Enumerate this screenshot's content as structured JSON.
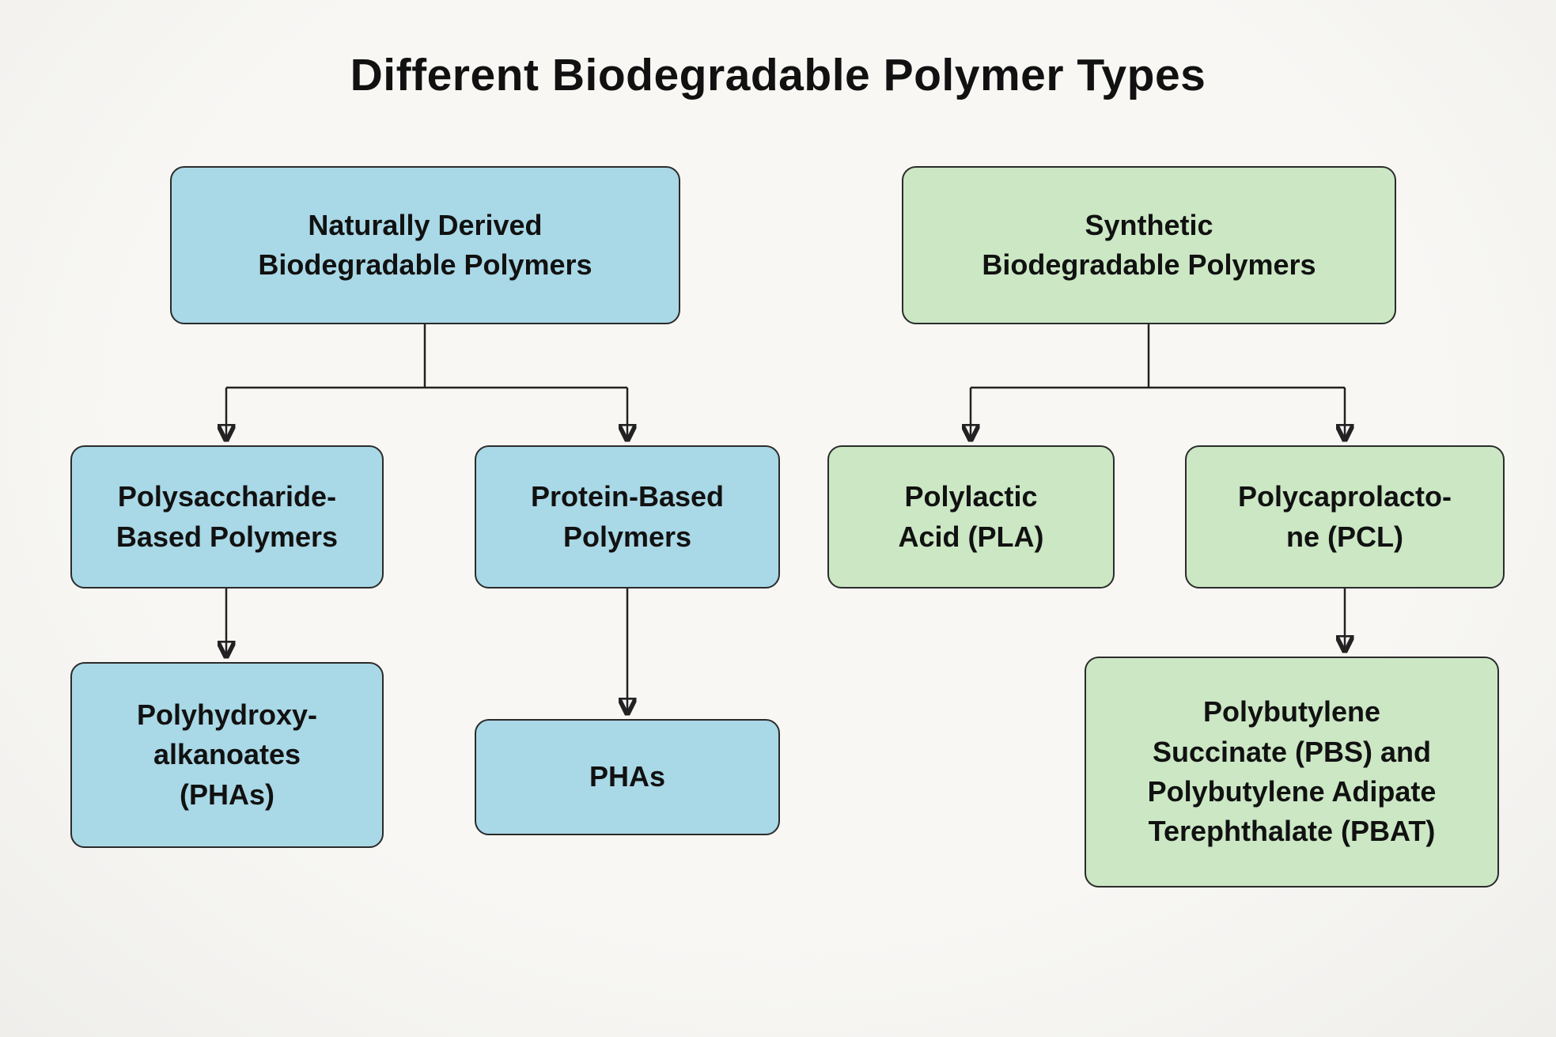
{
  "title": "Different Biodegradable Polymer Types",
  "colors": {
    "background": "#f8f7f4",
    "blue": "#a9d8e6",
    "green": "#cbe7c4",
    "border": "#2b2b2b",
    "line": "#222222",
    "text": "#111111"
  },
  "nodes": {
    "natural_root": {
      "label": "Naturally Derived\nBiodegradable Polymers",
      "color": "#a9d8e6"
    },
    "synthetic_root": {
      "label": "Synthetic\nBiodegradable Polymers",
      "color": "#cbe7c4"
    },
    "polysaccharide": {
      "label": "Polysaccharide-\nBased Polymers",
      "color": "#a9d8e6"
    },
    "protein": {
      "label": "Protein-Based\nPolymers",
      "color": "#a9d8e6"
    },
    "pla": {
      "label": "Polylactic\nAcid (PLA)",
      "color": "#cbe7c4"
    },
    "pcl": {
      "label": "Polycaprolacto-\nne (PCL)",
      "color": "#cbe7c4"
    },
    "phas_long": {
      "label": "Polyhydroxy-\nalkanoates\n(PHAs)",
      "color": "#a9d8e6"
    },
    "phas_short": {
      "label": "PHAs",
      "color": "#a9d8e6"
    },
    "pbs_pbat": {
      "label": "Polybutylene\nSuccinate (PBS) and\nPolybutylene Adipate\nTerephthalate (PBAT)",
      "color": "#cbe7c4"
    }
  },
  "edges": [
    {
      "from": "natural_root",
      "to": "polysaccharide"
    },
    {
      "from": "natural_root",
      "to": "protein"
    },
    {
      "from": "synthetic_root",
      "to": "pla"
    },
    {
      "from": "synthetic_root",
      "to": "pcl"
    },
    {
      "from": "polysaccharide",
      "to": "phas_long"
    },
    {
      "from": "protein",
      "to": "phas_short"
    },
    {
      "from": "pcl",
      "to": "pbs_pbat"
    }
  ]
}
